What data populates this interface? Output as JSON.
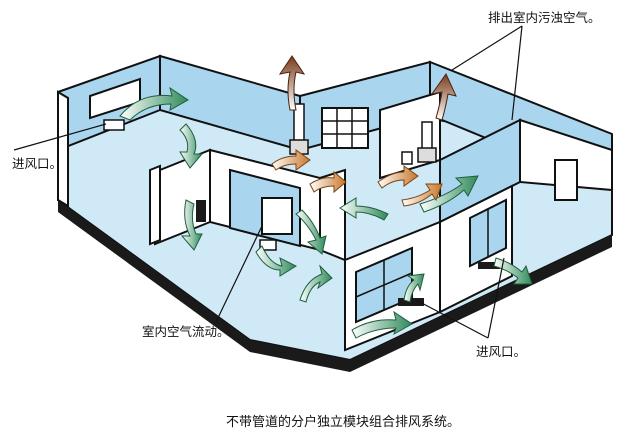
{
  "labels": {
    "exhaust": "排出室内污浊空气。",
    "inlet_left": "进风口。",
    "indoor_flow": "室内空气流动。",
    "inlet_bottom": "进风口。"
  },
  "caption": "不带管道的分户独立模块组合排风系统。",
  "colors": {
    "wall_blue": "#a9d6ee",
    "floor_blue": "#cfe9f7",
    "wall_white": "#ffffff",
    "outline": "#111111",
    "arrow_green": "#2f8a5a",
    "arrow_orange": "#c8772a",
    "arrow_brown": "#7a3b1a"
  }
}
